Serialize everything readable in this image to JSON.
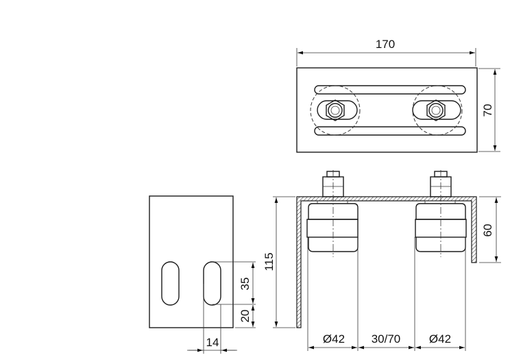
{
  "title": "Sliding gate roller bracket technical drawing",
  "line_color": "#1a1a1a",
  "dimensions": {
    "top_width": "170",
    "top_height": "70",
    "front_height": "60",
    "overall_height": "115",
    "slot_length": "35",
    "slot_offset": "20",
    "slot_width": "14",
    "roller_left_diameter": "Ø42",
    "roller_gap": "30/70",
    "roller_right_diameter": "Ø42"
  }
}
